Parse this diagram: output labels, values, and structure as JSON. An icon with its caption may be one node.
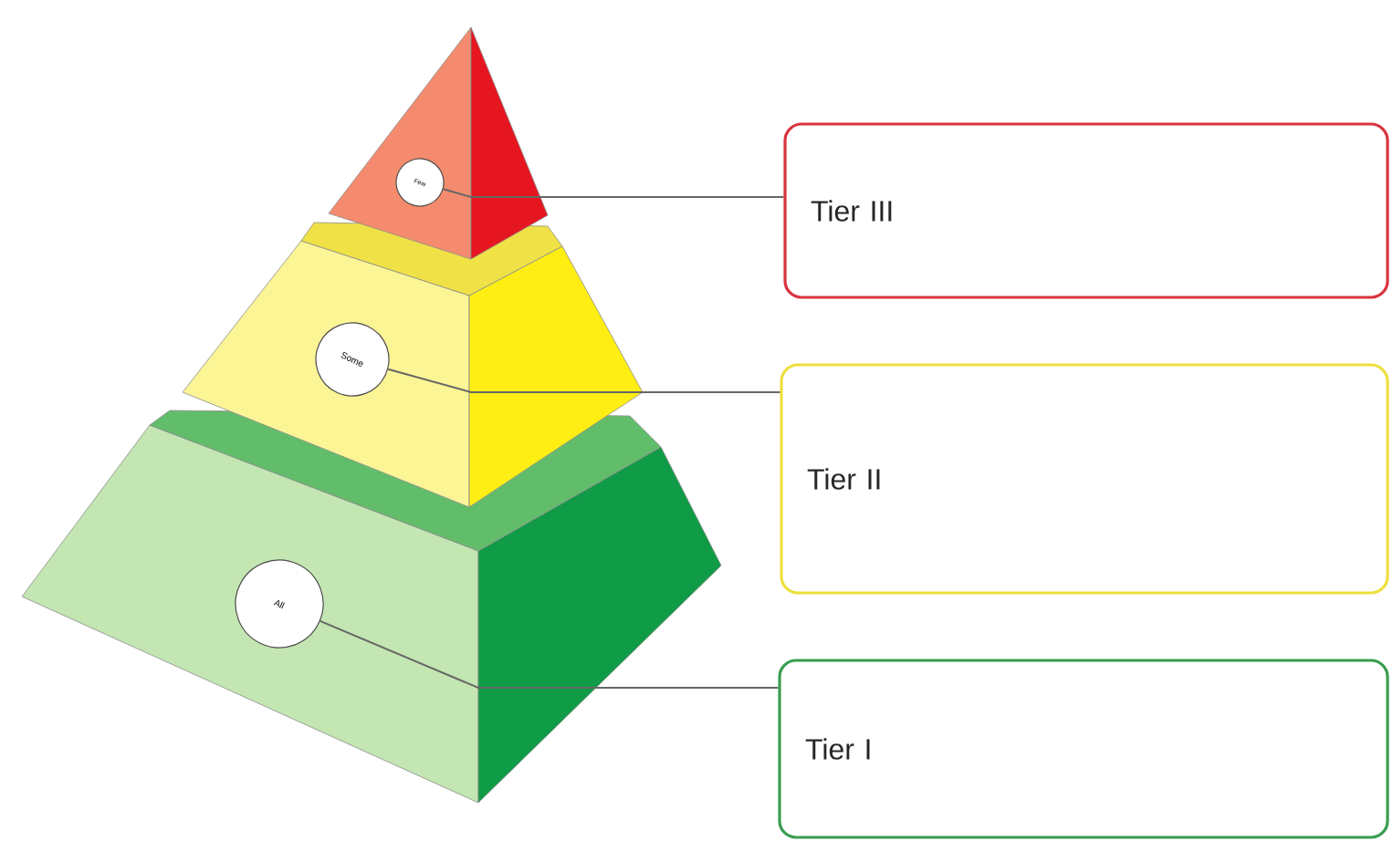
{
  "diagram": {
    "nodes": [
      {
        "text": [
          "Few"
        ]
      },
      {
        "text": [
          "Some"
        ]
      },
      {
        "text": [
          "All"
        ]
      },
      {
        "text": [
          "Tier III"
        ]
      },
      {
        "text": [
          "Tier II"
        ]
      },
      {
        "text": [
          "Tier I"
        ]
      }
    ],
    "edges": [
      {
        "from": 0,
        "to": 3,
        "arrow": "none"
      },
      {
        "from": 1,
        "to": 4,
        "arrow": "none"
      },
      {
        "from": 2,
        "to": 5,
        "arrow": "none"
      }
    ]
  }
}
